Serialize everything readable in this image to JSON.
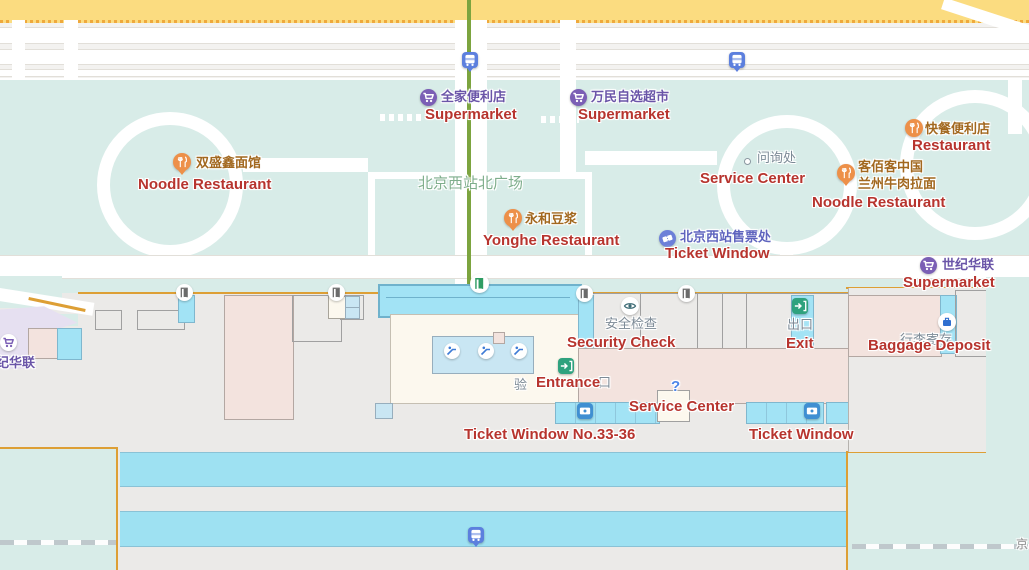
{
  "app": {
    "type": "map-view",
    "area_description": "Beijing West Railway Station north plaza"
  },
  "plaza": {
    "name_zh": "北京西站北广场"
  },
  "pois": [
    {
      "id": "supermarket-quanjia",
      "zh": "全家便利店",
      "en": "Supermarket",
      "icon": "cart-icon"
    },
    {
      "id": "supermarket-wanmin",
      "zh": "万民自选超市",
      "en": "Supermarket",
      "icon": "cart-icon"
    },
    {
      "id": "noodle-shuangshengxin",
      "zh": "双盛鑫面馆",
      "en": "Noodle Restaurant",
      "icon": "restaurant-icon"
    },
    {
      "id": "service-center-plaza",
      "zh": "问询处",
      "en": "Service Center",
      "icon": "dot-icon"
    },
    {
      "id": "restaurant-kuaican",
      "zh": "快餐便利店",
      "en": "Restaurant",
      "icon": "restaurant-icon"
    },
    {
      "id": "noodle-kebaike",
      "zh": "客佰客中国",
      "zh2": "兰州牛肉拉面",
      "en": "Noodle Restaurant",
      "icon": "restaurant-icon"
    },
    {
      "id": "restaurant-yonghe",
      "zh": "永和豆浆",
      "en": "Yonghe Restaurant",
      "icon": "restaurant-icon"
    },
    {
      "id": "ticket-office",
      "zh": "北京西站售票处",
      "en": "Ticket Window",
      "icon": "ticket-office-icon"
    },
    {
      "id": "supermarket-shijihualian",
      "zh": "世纪华联",
      "en": "Supermarket",
      "icon": "cart-icon"
    }
  ],
  "station": {
    "security": {
      "zh": "安全检查",
      "en": "Security Check"
    },
    "exit": {
      "zh": "出口",
      "en": "Exit"
    },
    "entrance": {
      "en": "Entrance",
      "zh_fragment_left": "验",
      "zh_fragment_right": "口"
    },
    "service_center": {
      "en": "Service Center"
    },
    "ticket_window_3336": {
      "en": "Ticket Window No.33-36"
    },
    "ticket_window": {
      "en": "Ticket Window"
    },
    "baggage": {
      "zh": "行李寄存",
      "en": "Baggage Deposit"
    }
  },
  "fragments": {
    "left_edge_shop": "纪华联",
    "bottom_right_char": "京"
  },
  "colors": {
    "poi_translation_red": "#B7342E",
    "shop_purple": "#6A55A8",
    "food_brown": "#A2681F",
    "ticket_office_blue": "#5E64BE",
    "plaza_label_green": "#7FAE8C",
    "station_label_gray": "#7C8A96",
    "route_line_green": "#7CA43F",
    "plaza_teal": "#D8ECE8",
    "platform_cyan": "#9EE1F2",
    "building_outline_orange": "#DD9F35",
    "building_gray": "#EBEAE8",
    "room_pink": "#F3E3DE",
    "main_road_yellow": "#FBDC80",
    "bus_icon_blue": "#5C7FDE"
  }
}
